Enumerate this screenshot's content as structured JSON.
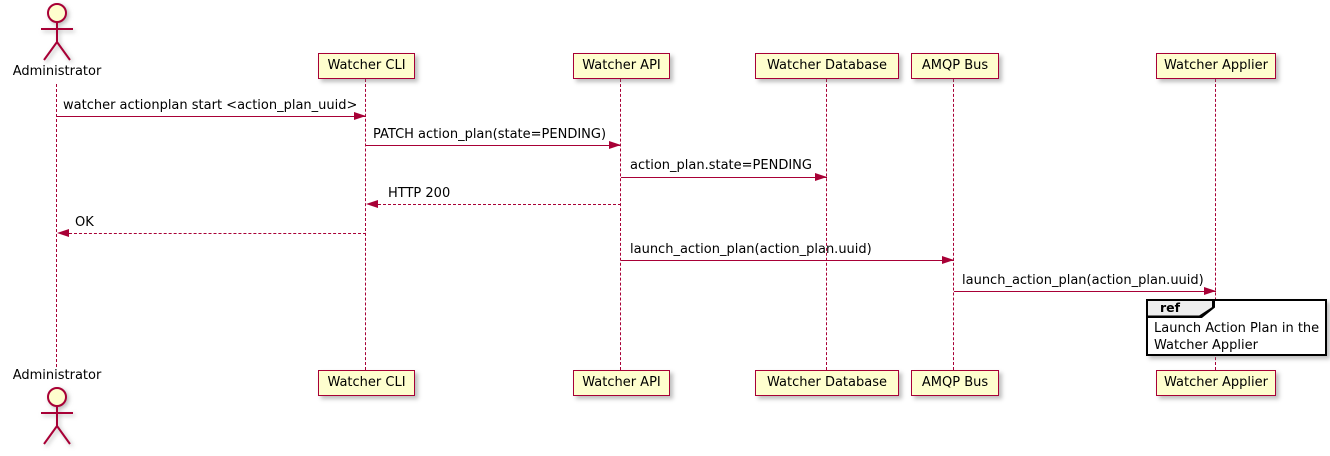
{
  "diagram": {
    "type": "sequence",
    "actor": {
      "label": "Administrator"
    },
    "participants": [
      {
        "label": "Watcher CLI"
      },
      {
        "label": "Watcher API"
      },
      {
        "label": "Watcher Database"
      },
      {
        "label": "AMQP Bus"
      },
      {
        "label": "Watcher Applier"
      }
    ],
    "messages": [
      {
        "from": "Administrator",
        "to": "Watcher CLI",
        "line": "solid",
        "text": "watcher actionplan start <action_plan_uuid>"
      },
      {
        "from": "Watcher CLI",
        "to": "Watcher API",
        "line": "solid",
        "text": "PATCH action_plan(state=PENDING)"
      },
      {
        "from": "Watcher API",
        "to": "Watcher Database",
        "line": "solid",
        "text": "action_plan.state=PENDING"
      },
      {
        "from": "Watcher API",
        "to": "Watcher CLI",
        "line": "dashed",
        "text": "HTTP 200"
      },
      {
        "from": "Watcher CLI",
        "to": "Administrator",
        "line": "dashed",
        "text": "OK"
      },
      {
        "from": "Watcher API",
        "to": "AMQP Bus",
        "line": "solid",
        "text": "launch_action_plan(action_plan.uuid)"
      },
      {
        "from": "AMQP Bus",
        "to": "Watcher Applier",
        "line": "solid",
        "text": "launch_action_plan(action_plan.uuid)"
      }
    ],
    "ref": {
      "operator": "ref",
      "label": "Launch Action Plan in the\nWatcher Applier"
    },
    "colors": {
      "stroke": "#A80036",
      "participant_fill": "#FEFECE",
      "ref_tab_fill": "#EEEEEE",
      "ref_body_fill": "#FFFFFF",
      "text": "#000000"
    }
  }
}
